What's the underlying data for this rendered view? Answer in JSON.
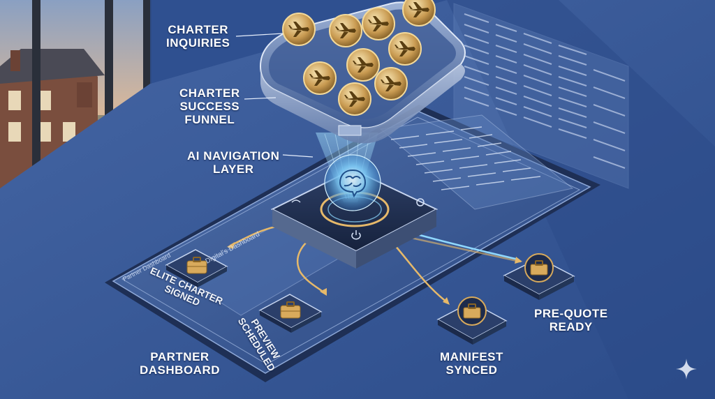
{
  "labels": {
    "charter_inquiries": [
      "CHARTER",
      "INQUIRIES"
    ],
    "success_funnel": [
      "CHARTER",
      "SUCCESS",
      "FUNNEL"
    ],
    "ai_layer": [
      "AI NAVIGATION",
      "LAYER"
    ],
    "partner_dashboard": [
      "PARTNER",
      "DASHBOARD"
    ],
    "manifest_synced": [
      "MANIFEST",
      "SYNCED"
    ],
    "pre_quote_ready": [
      "PRE-QUOTE",
      "READY"
    ]
  },
  "tablet": {
    "corner_label": "Partner Dashboard",
    "inner_label": "Digital's Dashboard",
    "elite": [
      "ELITE CHARTER",
      "SIGNED"
    ],
    "preview": [
      "PREVIEW",
      "SCHEDULED"
    ]
  },
  "colors": {
    "background": "#2a4a86",
    "accent_gold": "#e6b96a",
    "glow_cyan": "#8fd8ff",
    "sunset_orange": "#f2a86a"
  },
  "icons": [
    "airplane-icon",
    "briefcase-icon",
    "brain-icon",
    "power-icon",
    "gear-icon",
    "sparkle-icon"
  ]
}
